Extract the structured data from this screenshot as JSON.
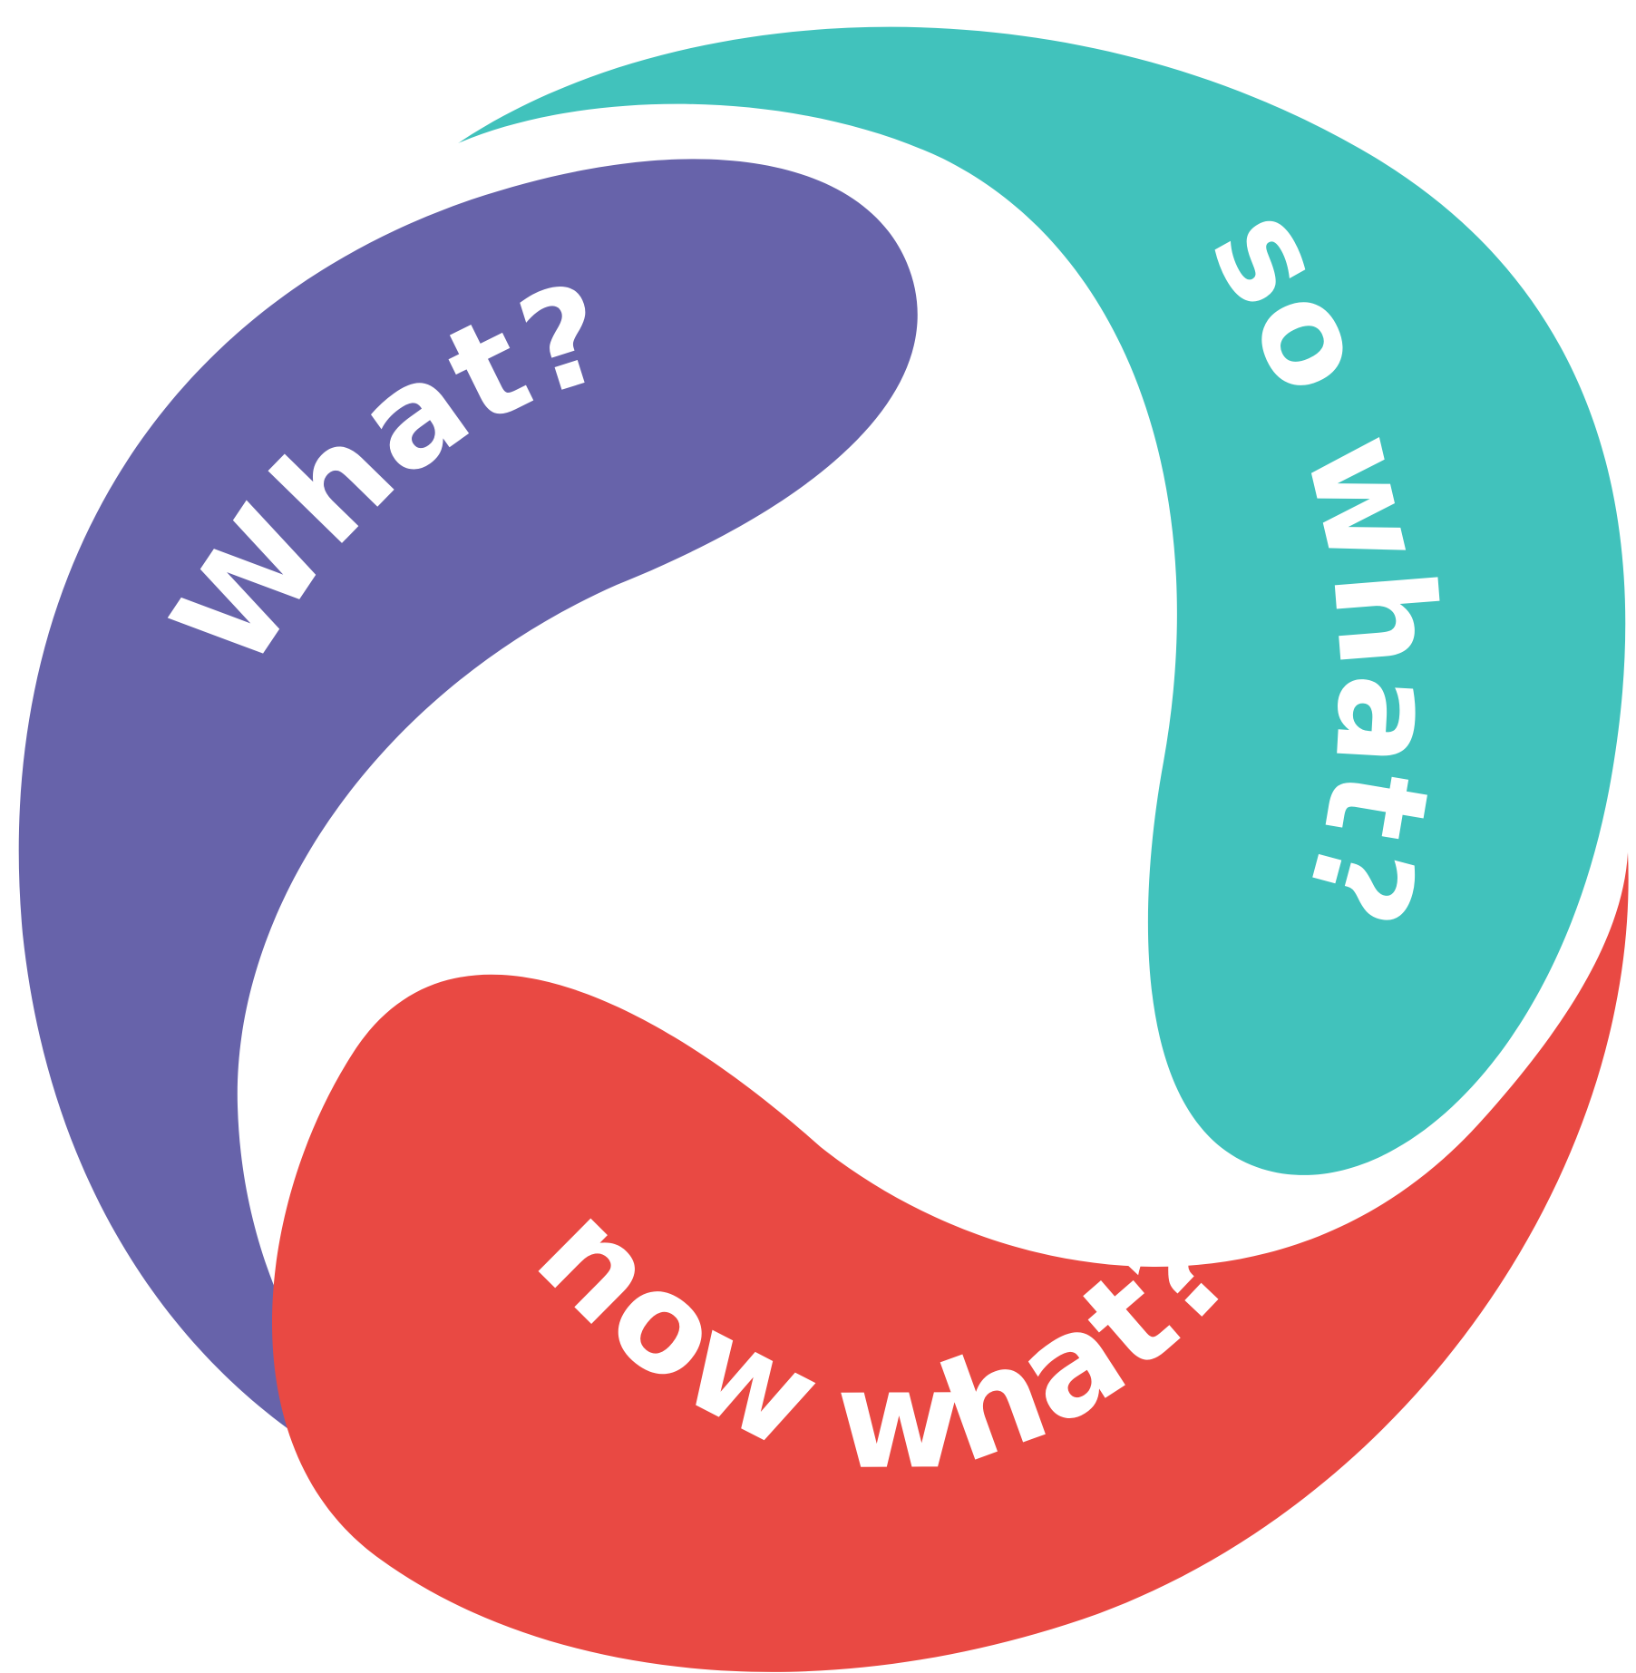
{
  "segments": [
    {
      "id": "what",
      "label": "What?",
      "color": "#6763AA"
    },
    {
      "id": "so-what",
      "label": "so what?",
      "color": "#41C2BC"
    },
    {
      "id": "now-what",
      "label": "now what?",
      "color": "#E94943"
    }
  ],
  "background": "#ffffff",
  "text_color": "#ffffff"
}
